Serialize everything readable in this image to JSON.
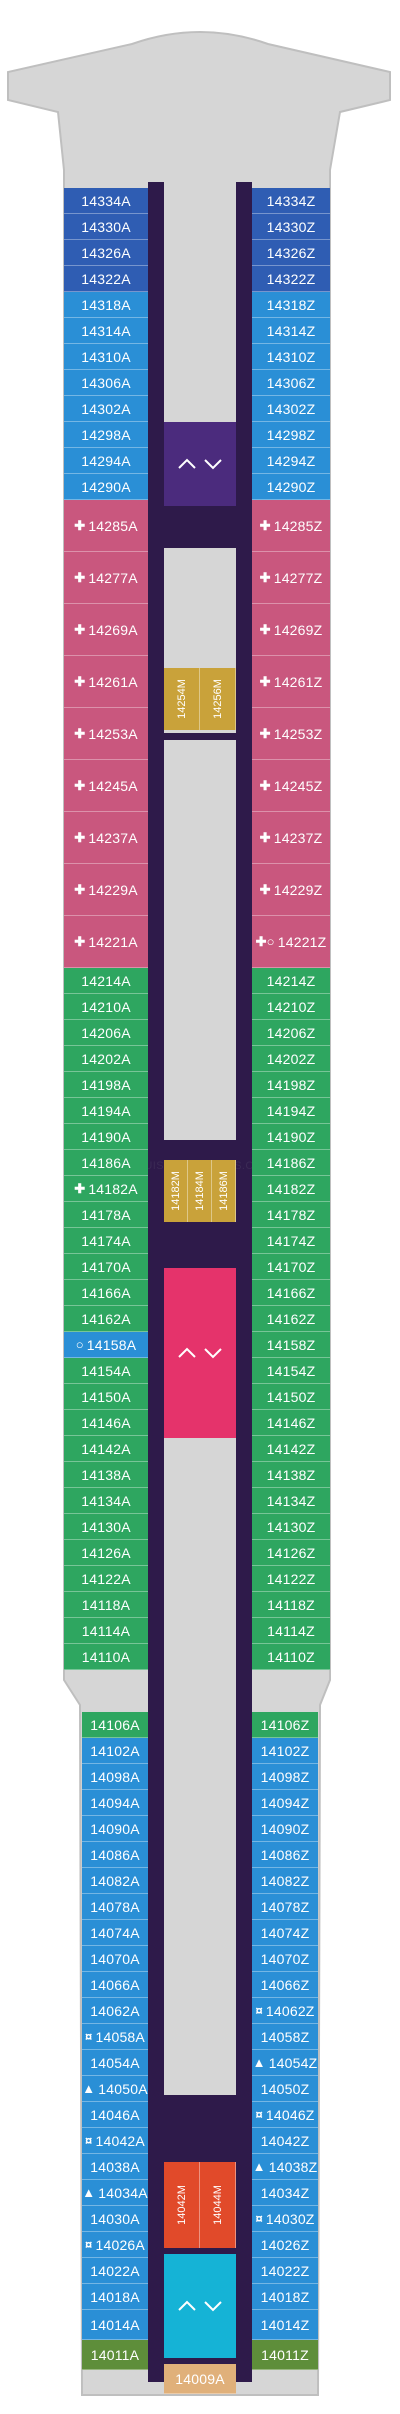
{
  "watermark": "CRUISEDECKPLANS.COM",
  "colors": {
    "hull": "#d6d6d6",
    "hull_edge": "#bfbfbf",
    "corridor": "#2e1a4a",
    "inside": "#2f5db3",
    "balcony": "#2a8fd6",
    "suite": "#c9577e",
    "oceanview": "#2ea660",
    "elevator_upper": "#4b2b7d",
    "elevator_mid": "#e5336b",
    "elevator_aft": "#15b3d6",
    "small_cabin": "#c9a23a",
    "aft_orange": "#e14a2a",
    "aft_green": "#5e8e3a",
    "aft_tan": "#e0b07a"
  },
  "cabins_left": [
    {
      "label": "14334A",
      "type": "inside"
    },
    {
      "label": "14330A",
      "type": "inside"
    },
    {
      "label": "14326A",
      "type": "inside"
    },
    {
      "label": "14322A",
      "type": "inside"
    },
    {
      "label": "14318A",
      "type": "balcony"
    },
    {
      "label": "14314A",
      "type": "balcony"
    },
    {
      "label": "14310A",
      "type": "balcony"
    },
    {
      "label": "14306A",
      "type": "balcony"
    },
    {
      "label": "14302A",
      "type": "balcony"
    },
    {
      "label": "14298A",
      "type": "balcony"
    },
    {
      "label": "14294A",
      "type": "balcony"
    },
    {
      "label": "14290A",
      "type": "balcony"
    },
    {
      "label": "14285A",
      "type": "suite",
      "icon": "✚"
    },
    {
      "label": "14277A",
      "type": "suite",
      "icon": "✚"
    },
    {
      "label": "14269A",
      "type": "suite",
      "icon": "✚"
    },
    {
      "label": "14261A",
      "type": "suite",
      "icon": "✚"
    },
    {
      "label": "14253A",
      "type": "suite",
      "icon": "✚"
    },
    {
      "label": "14245A",
      "type": "suite",
      "icon": "✚"
    },
    {
      "label": "14237A",
      "type": "suite",
      "icon": "✚"
    },
    {
      "label": "14229A",
      "type": "suite",
      "icon": "✚"
    },
    {
      "label": "14221A",
      "type": "suite",
      "icon": "✚"
    },
    {
      "label": "14214A",
      "type": "oceanview"
    },
    {
      "label": "14210A",
      "type": "oceanview"
    },
    {
      "label": "14206A",
      "type": "oceanview"
    },
    {
      "label": "14202A",
      "type": "oceanview"
    },
    {
      "label": "14198A",
      "type": "oceanview"
    },
    {
      "label": "14194A",
      "type": "oceanview"
    },
    {
      "label": "14190A",
      "type": "oceanview"
    },
    {
      "label": "14186A",
      "type": "oceanview"
    },
    {
      "label": "14182A",
      "type": "oceanview",
      "icon": "✚"
    },
    {
      "label": "14178A",
      "type": "oceanview"
    },
    {
      "label": "14174A",
      "type": "oceanview"
    },
    {
      "label": "14170A",
      "type": "oceanview"
    },
    {
      "label": "14166A",
      "type": "oceanview"
    },
    {
      "label": "14162A",
      "type": "oceanview"
    },
    {
      "label": "14158A",
      "type": "balcony",
      "icon": "○"
    },
    {
      "label": "14154A",
      "type": "oceanview"
    },
    {
      "label": "14150A",
      "type": "oceanview"
    },
    {
      "label": "14146A",
      "type": "oceanview"
    },
    {
      "label": "14142A",
      "type": "oceanview"
    },
    {
      "label": "14138A",
      "type": "oceanview"
    },
    {
      "label": "14134A",
      "type": "oceanview"
    },
    {
      "label": "14130A",
      "type": "oceanview"
    },
    {
      "label": "14126A",
      "type": "oceanview"
    },
    {
      "label": "14122A",
      "type": "oceanview"
    },
    {
      "label": "14118A",
      "type": "oceanview"
    },
    {
      "label": "14114A",
      "type": "oceanview"
    },
    {
      "label": "14110A",
      "type": "oceanview"
    },
    {
      "label": "14106A",
      "type": "oceanview"
    },
    {
      "label": "14102A",
      "type": "balcony"
    },
    {
      "label": "14098A",
      "type": "balcony"
    },
    {
      "label": "14094A",
      "type": "balcony"
    },
    {
      "label": "14090A",
      "type": "balcony"
    },
    {
      "label": "14086A",
      "type": "balcony"
    },
    {
      "label": "14082A",
      "type": "balcony"
    },
    {
      "label": "14078A",
      "type": "balcony"
    },
    {
      "label": "14074A",
      "type": "balcony"
    },
    {
      "label": "14070A",
      "type": "balcony"
    },
    {
      "label": "14066A",
      "type": "balcony"
    },
    {
      "label": "14062A",
      "type": "balcony"
    },
    {
      "label": "14058A",
      "type": "balcony",
      "icon": "¤"
    },
    {
      "label": "14054A",
      "type": "balcony"
    },
    {
      "label": "14050A",
      "type": "balcony",
      "icon": "▲"
    },
    {
      "label": "14046A",
      "type": "balcony"
    },
    {
      "label": "14042A",
      "type": "balcony",
      "icon": "¤"
    },
    {
      "label": "14038A",
      "type": "balcony"
    },
    {
      "label": "14034A",
      "type": "balcony",
      "icon": "▲"
    },
    {
      "label": "14030A",
      "type": "balcony"
    },
    {
      "label": "14026A",
      "type": "balcony",
      "icon": "¤"
    },
    {
      "label": "14022A",
      "type": "balcony"
    },
    {
      "label": "14018A",
      "type": "balcony"
    },
    {
      "label": "14014A",
      "type": "balcony"
    },
    {
      "label": "14011A",
      "type": "aft_green"
    }
  ],
  "cabins_right": [
    {
      "label": "14334Z",
      "type": "inside"
    },
    {
      "label": "14330Z",
      "type": "inside"
    },
    {
      "label": "14326Z",
      "type": "inside"
    },
    {
      "label": "14322Z",
      "type": "inside"
    },
    {
      "label": "14318Z",
      "type": "balcony"
    },
    {
      "label": "14314Z",
      "type": "balcony"
    },
    {
      "label": "14310Z",
      "type": "balcony"
    },
    {
      "label": "14306Z",
      "type": "balcony"
    },
    {
      "label": "14302Z",
      "type": "balcony"
    },
    {
      "label": "14298Z",
      "type": "balcony"
    },
    {
      "label": "14294Z",
      "type": "balcony"
    },
    {
      "label": "14290Z",
      "type": "balcony"
    },
    {
      "label": "14285Z",
      "type": "suite",
      "icon": "✚"
    },
    {
      "label": "14277Z",
      "type": "suite",
      "icon": "✚"
    },
    {
      "label": "14269Z",
      "type": "suite",
      "icon": "✚"
    },
    {
      "label": "14261Z",
      "type": "suite",
      "icon": "✚"
    },
    {
      "label": "14253Z",
      "type": "suite",
      "icon": "✚"
    },
    {
      "label": "14245Z",
      "type": "suite",
      "icon": "✚"
    },
    {
      "label": "14237Z",
      "type": "suite",
      "icon": "✚"
    },
    {
      "label": "14229Z",
      "type": "suite",
      "icon": "✚"
    },
    {
      "label": "14221Z",
      "type": "suite",
      "icon": "✚○"
    },
    {
      "label": "14214Z",
      "type": "oceanview"
    },
    {
      "label": "14210Z",
      "type": "oceanview"
    },
    {
      "label": "14206Z",
      "type": "oceanview"
    },
    {
      "label": "14202Z",
      "type": "oceanview"
    },
    {
      "label": "14198Z",
      "type": "oceanview"
    },
    {
      "label": "14194Z",
      "type": "oceanview"
    },
    {
      "label": "14190Z",
      "type": "oceanview"
    },
    {
      "label": "14186Z",
      "type": "oceanview"
    },
    {
      "label": "14182Z",
      "type": "oceanview"
    },
    {
      "label": "14178Z",
      "type": "oceanview"
    },
    {
      "label": "14174Z",
      "type": "oceanview"
    },
    {
      "label": "14170Z",
      "type": "oceanview"
    },
    {
      "label": "14166Z",
      "type": "oceanview"
    },
    {
      "label": "14162Z",
      "type": "oceanview"
    },
    {
      "label": "14158Z",
      "type": "oceanview"
    },
    {
      "label": "14154Z",
      "type": "oceanview"
    },
    {
      "label": "14150Z",
      "type": "oceanview"
    },
    {
      "label": "14146Z",
      "type": "oceanview"
    },
    {
      "label": "14142Z",
      "type": "oceanview"
    },
    {
      "label": "14138Z",
      "type": "oceanview"
    },
    {
      "label": "14134Z",
      "type": "oceanview"
    },
    {
      "label": "14130Z",
      "type": "oceanview"
    },
    {
      "label": "14126Z",
      "type": "oceanview"
    },
    {
      "label": "14122Z",
      "type": "oceanview"
    },
    {
      "label": "14118Z",
      "type": "oceanview"
    },
    {
      "label": "14114Z",
      "type": "oceanview"
    },
    {
      "label": "14110Z",
      "type": "oceanview"
    },
    {
      "label": "14106Z",
      "type": "oceanview"
    },
    {
      "label": "14102Z",
      "type": "balcony"
    },
    {
      "label": "14098Z",
      "type": "balcony"
    },
    {
      "label": "14094Z",
      "type": "balcony"
    },
    {
      "label": "14090Z",
      "type": "balcony"
    },
    {
      "label": "14086Z",
      "type": "balcony"
    },
    {
      "label": "14082Z",
      "type": "balcony"
    },
    {
      "label": "14078Z",
      "type": "balcony"
    },
    {
      "label": "14074Z",
      "type": "balcony"
    },
    {
      "label": "14070Z",
      "type": "balcony"
    },
    {
      "label": "14066Z",
      "type": "balcony"
    },
    {
      "label": "14062Z",
      "type": "balcony",
      "icon": "¤"
    },
    {
      "label": "14058Z",
      "type": "balcony"
    },
    {
      "label": "14054Z",
      "type": "balcony",
      "icon": "▲"
    },
    {
      "label": "14050Z",
      "type": "balcony"
    },
    {
      "label": "14046Z",
      "type": "balcony",
      "icon": "¤"
    },
    {
      "label": "14042Z",
      "type": "balcony"
    },
    {
      "label": "14038Z",
      "type": "balcony",
      "icon": "▲"
    },
    {
      "label": "14034Z",
      "type": "balcony"
    },
    {
      "label": "14030Z",
      "type": "balcony",
      "icon": "¤"
    },
    {
      "label": "14026Z",
      "type": "balcony"
    },
    {
      "label": "14022Z",
      "type": "balcony"
    },
    {
      "label": "14018Z",
      "type": "balcony"
    },
    {
      "label": "14014Z",
      "type": "balcony"
    },
    {
      "label": "14011Z",
      "type": "aft_green"
    }
  ],
  "small_cabins_upper": [
    "14254M",
    "14256M"
  ],
  "small_cabins_mid": [
    "14182M",
    "14184M",
    "14186M"
  ],
  "small_cabins_aft": [
    "14042M",
    "14044M"
  ],
  "center_aft": "14009A"
}
